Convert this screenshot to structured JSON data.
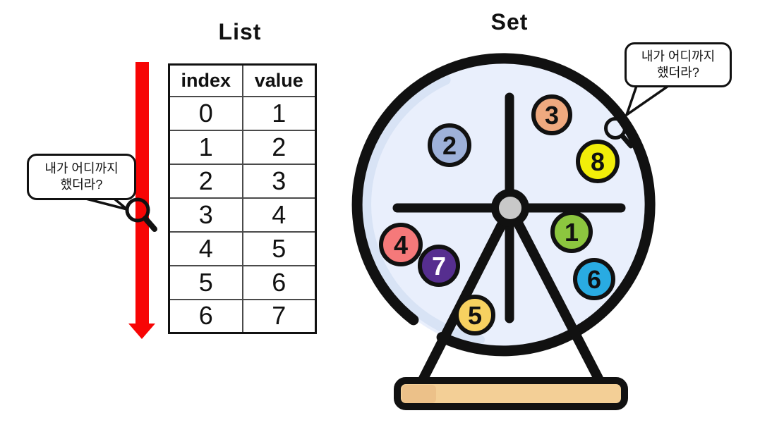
{
  "list_section": {
    "title": "List",
    "traversal_arrow_color": "#f70505",
    "speech_bubble": {
      "line1": "내가 어디까지",
      "line2": "했더라?"
    },
    "pointer_icon": "search-icon",
    "table": {
      "headers": [
        "index",
        "value"
      ],
      "rows": [
        {
          "index": "0",
          "value": "1"
        },
        {
          "index": "1",
          "value": "2"
        },
        {
          "index": "2",
          "value": "3"
        },
        {
          "index": "3",
          "value": "4"
        },
        {
          "index": "4",
          "value": "5"
        },
        {
          "index": "5",
          "value": "6"
        },
        {
          "index": "6",
          "value": "7"
        }
      ]
    }
  },
  "set_section": {
    "title": "Set",
    "speech_bubble": {
      "line1": "내가 어디까지",
      "line2": "했더라?"
    },
    "pointer_icon": "search-icon",
    "machine": {
      "drum_fill": "#e9effc",
      "drum_shade": "#d8e3f5",
      "frame_color": "#111111",
      "hub_color": "#c8c8c8",
      "base_color": "#f3cf96",
      "base_shade": "#ecc189",
      "balls": [
        {
          "label": "2",
          "color": "#9eb1d9"
        },
        {
          "label": "3",
          "color": "#efa97f"
        },
        {
          "label": "8",
          "color": "#f2ee09"
        },
        {
          "label": "1",
          "color": "#8cc63f"
        },
        {
          "label": "6",
          "color": "#29abe2"
        },
        {
          "label": "4",
          "color": "#f5797a"
        },
        {
          "label": "7",
          "color": "#562e8f"
        },
        {
          "label": "5",
          "color": "#f7d160"
        }
      ]
    }
  }
}
